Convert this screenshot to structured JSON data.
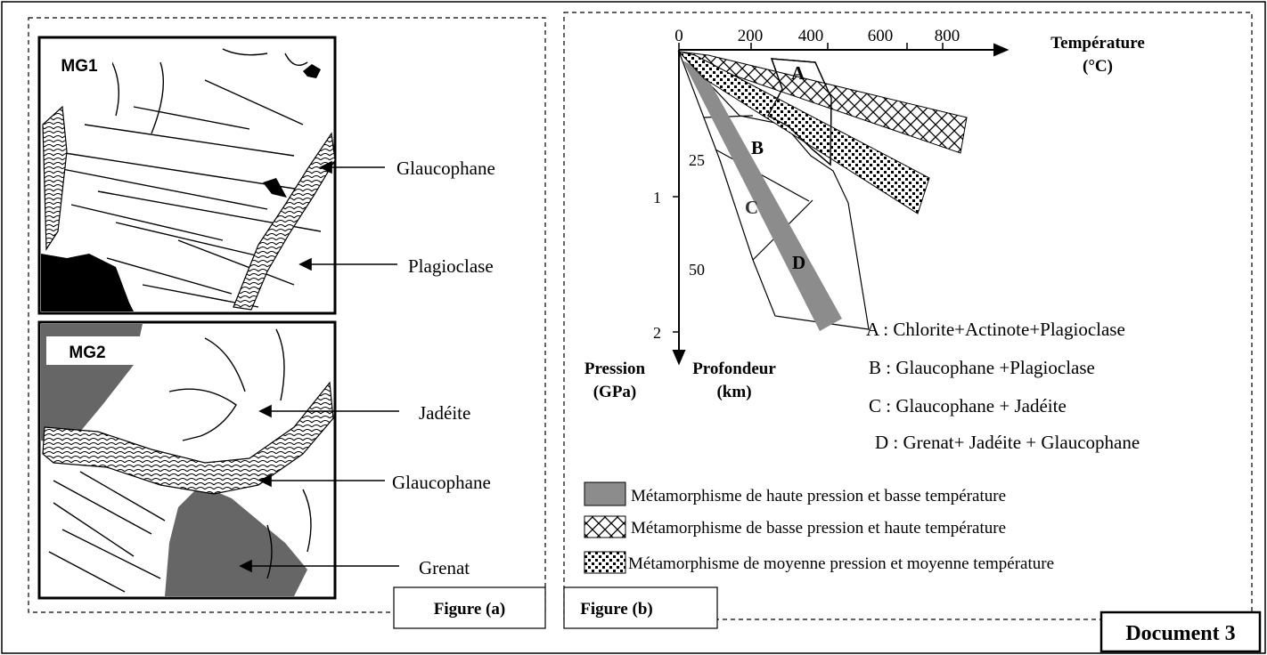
{
  "document_label": "Document 3",
  "figure_a": {
    "label": "Figure (a)",
    "samples": [
      {
        "name": "MG1",
        "minerals": [
          "Glaucophane",
          "Plagioclase"
        ]
      },
      {
        "name": "MG2",
        "minerals": [
          "Jadéite",
          "Glaucophane",
          "Grenat"
        ]
      }
    ]
  },
  "figure_b": {
    "label": "Figure (b)",
    "x_axis": {
      "title_line1": "Température",
      "title_line2": "(°C)",
      "ticks": [
        "0",
        "200",
        "400",
        "600",
        "800"
      ]
    },
    "y_axis_pressure": {
      "title_line1": "Pression",
      "title_line2": "(GPa)",
      "ticks": [
        "1",
        "2"
      ]
    },
    "y_axis_depth": {
      "title_line1": "Profondeur",
      "title_line2": "(km)",
      "ticks": [
        "25",
        "50"
      ]
    },
    "zones": [
      {
        "letter": "A",
        "assemblage": "A : Chlorite+Actinote+Plagioclase"
      },
      {
        "letter": "B",
        "assemblage": "B : Glaucophane +Plagioclase"
      },
      {
        "letter": "C",
        "assemblage": "C : Glaucophane + Jadéite"
      },
      {
        "letter": "D",
        "assemblage": "D : Grenat+ Jadéite + Glaucophane"
      }
    ],
    "legend": [
      {
        "pattern": "solid-gray",
        "text": "Métamorphisme de haute pression et basse température"
      },
      {
        "pattern": "crosshatch",
        "text": "Métamorphisme de basse pression et haute température"
      },
      {
        "pattern": "dotted",
        "text": "Métamorphisme de moyenne pression et moyenne température"
      }
    ],
    "colors": {
      "hp_bt_fill": "#8c8c8c",
      "pattern_dark": "#000000"
    }
  }
}
